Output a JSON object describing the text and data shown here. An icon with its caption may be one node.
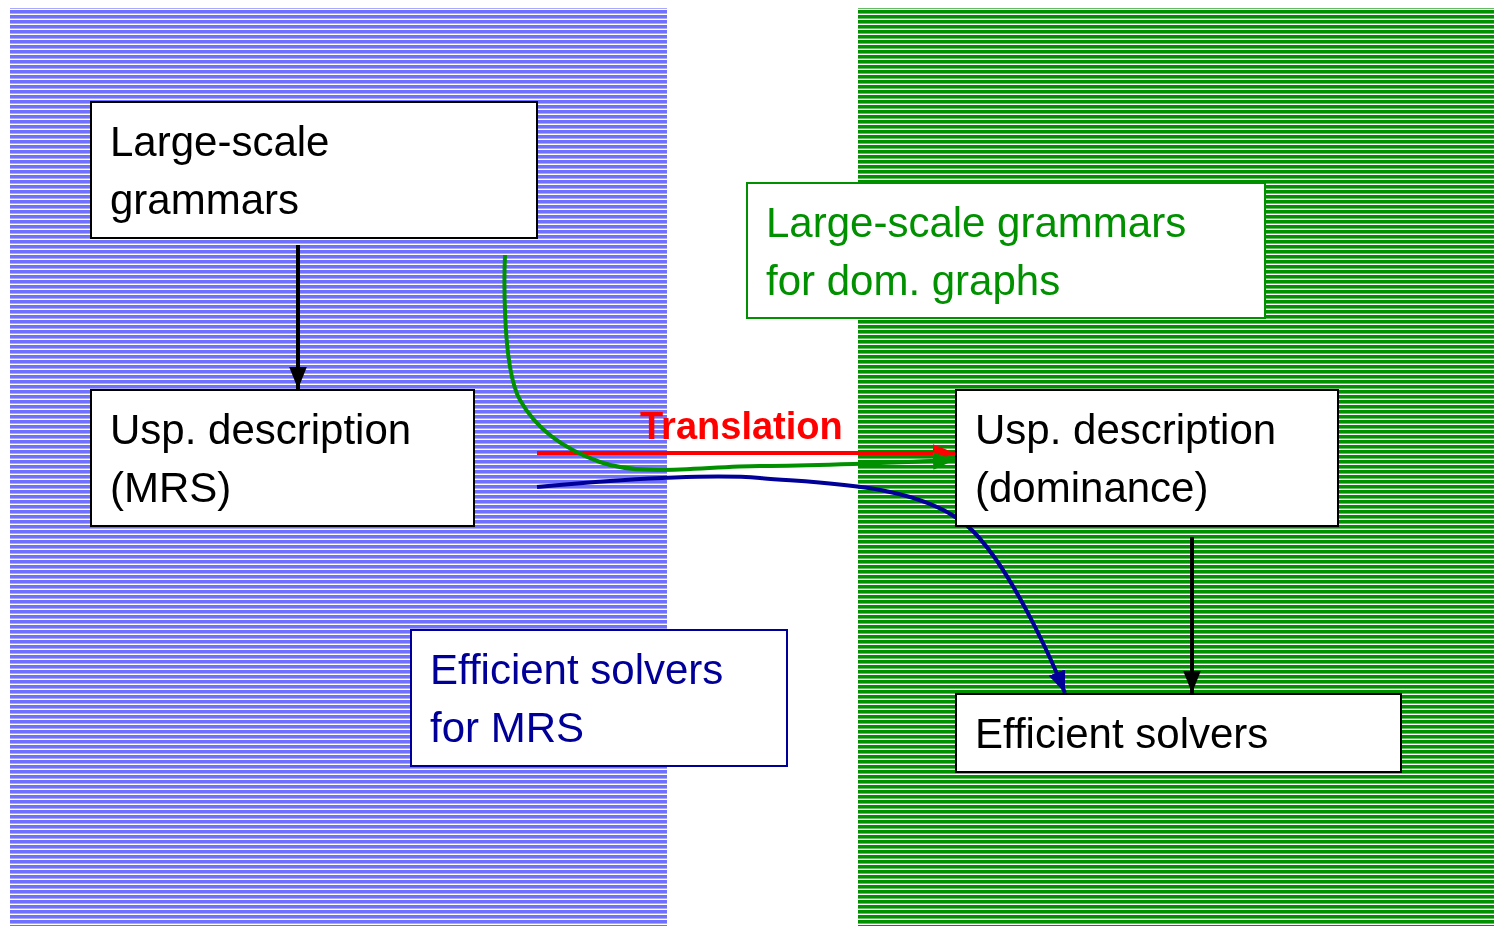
{
  "diagram": {
    "nodes": [
      {
        "text": [
          "Large-scale grammars"
        ]
      },
      {
        "text": [
          "Large-scale grammars for dom. graphs"
        ]
      },
      {
        "text": [
          "Usp. description (MRS)"
        ]
      },
      {
        "text": [
          "Usp. description (dominance)"
        ]
      },
      {
        "text": [
          "Efficient solvers for MRS"
        ]
      },
      {
        "text": [
          "Efficient solvers"
        ]
      }
    ],
    "edges": [
      {
        "from": 0,
        "to": 2,
        "arrow": "to"
      },
      {
        "from": 3,
        "to": 5,
        "arrow": "to"
      },
      {
        "from": 2,
        "to": 3,
        "arrow": "to",
        "label": "Translation",
        "color": "#ff0000"
      },
      {
        "from": 0,
        "to": 3,
        "arrow": "to",
        "color": "#009000"
      },
      {
        "from": 2,
        "to": 5,
        "arrow": "to",
        "color": "#000099"
      }
    ]
  }
}
